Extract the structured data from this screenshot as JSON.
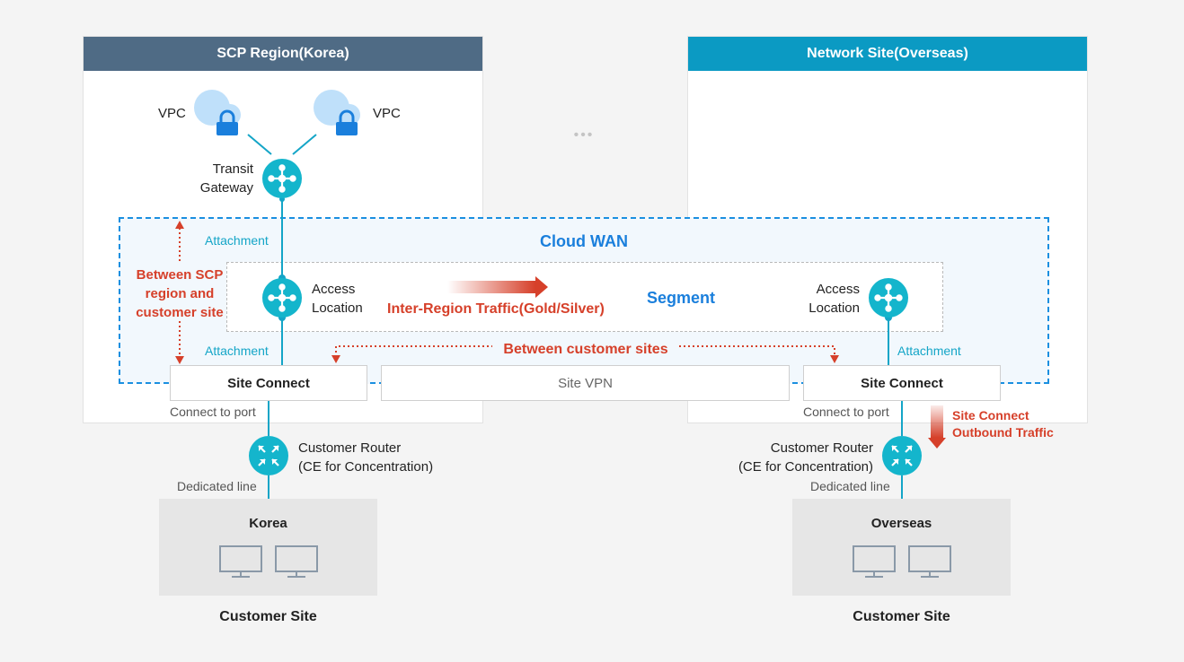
{
  "left_panel": {
    "title": "SCP Region(Korea)",
    "vpc_left": "VPC",
    "vpc_right": "VPC",
    "transit_gateway": [
      "Transit",
      "Gateway"
    ]
  },
  "right_panel": {
    "title": "Network Site(Overseas)"
  },
  "ellipsis": "•••",
  "cloud_wan": {
    "title": "Cloud WAN",
    "segment": "Segment",
    "attachment_top": "Attachment",
    "attachment_left": "Attachment",
    "attachment_right": "Attachment",
    "access_location_left": [
      "Access",
      "Location"
    ],
    "access_location_right": [
      "Access",
      "Location"
    ],
    "inter_region": "Inter-Region Traffic(Gold/Silver)",
    "between_scp": [
      "Between SCP",
      "region and",
      "customer site"
    ],
    "between_customers": "Between customer sites"
  },
  "site_connect_left": "Site Connect",
  "site_vpn": "Site VPN",
  "site_connect_right": "Site Connect",
  "connect_to_port_left": "Connect to port",
  "connect_to_port_right": "Connect to port",
  "outbound": [
    "Site Connect",
    "Outbound Traffic"
  ],
  "router_left": [
    "Customer Router",
    "(CE for Concentration)"
  ],
  "router_right": [
    "Customer Router",
    "(CE for Concentration)"
  ],
  "dedicated_left": "Dedicated line",
  "dedicated_right": "Dedicated line",
  "korea": "Korea",
  "overseas": "Overseas",
  "customer_site_left": "Customer Site",
  "customer_site_right": "Customer Site",
  "colors": {
    "left_header": "#4f6b85",
    "right_header": "#0b9ac3",
    "teal": "#14a5c7",
    "red": "#d6402a",
    "blue_text": "#1a7fdc"
  }
}
